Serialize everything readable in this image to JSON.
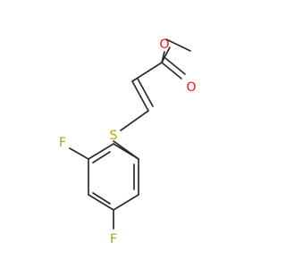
{
  "molecule": {
    "atoms": {
      "O_methoxy": {
        "label": "O",
        "color": "#ff0d0d"
      },
      "O_carbonyl": {
        "label": "O",
        "color": "#ff0d0d"
      },
      "S": {
        "label": "S",
        "color": "#b8a800"
      },
      "F_ortho": {
        "label": "F",
        "color": "#7fb41a"
      },
      "F_para": {
        "label": "F",
        "color": "#7fb41a"
      }
    },
    "bond_color": "#2b2b2b",
    "background": "#ffffff"
  }
}
